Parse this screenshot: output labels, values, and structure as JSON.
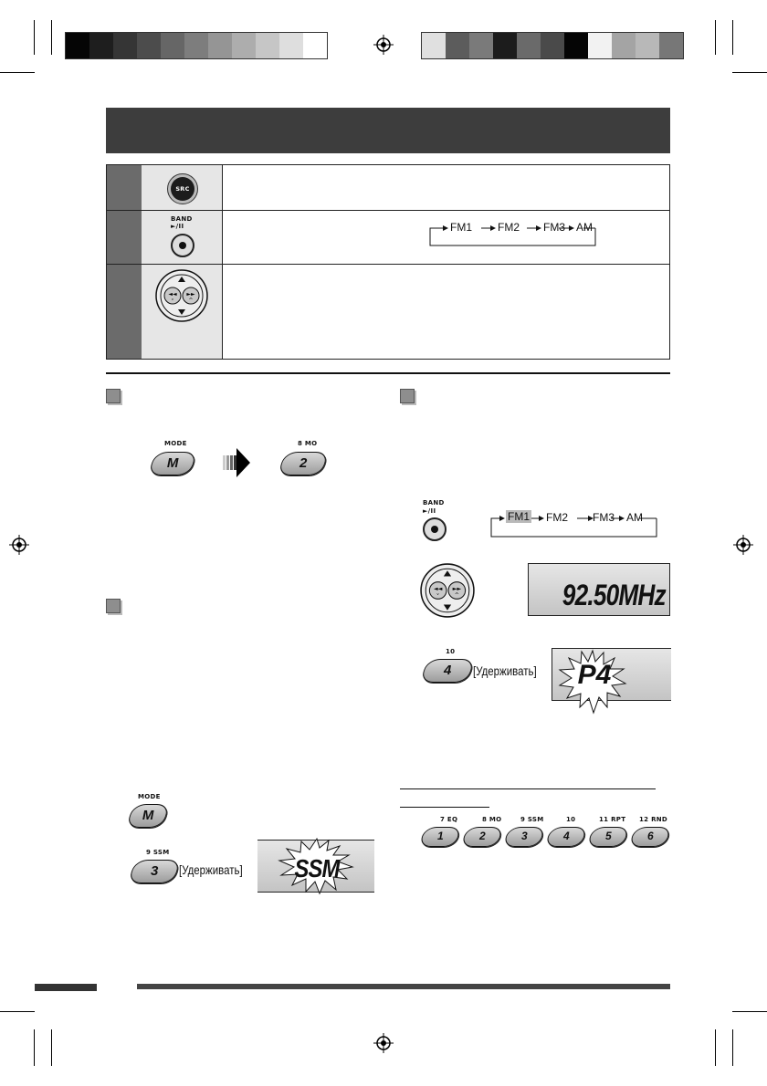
{
  "band_cycle": [
    "FM1",
    "FM2",
    "FM3",
    "AM"
  ],
  "labels": {
    "src": "SRC",
    "band": "BAND",
    "play_pause": "►/II",
    "mode": "MODE",
    "mo_key": "8  MO",
    "ssm_key": "9  SSM",
    "key10": "10",
    "hold": "[Удерживать]"
  },
  "keys": {
    "m": "M",
    "two": "2",
    "three": "3",
    "four": "4"
  },
  "display": {
    "freq": "92.50MHz",
    "preset": "P4",
    "ssm": "SSM"
  },
  "preset_buttons": [
    {
      "label": "7  EQ",
      "num": "1"
    },
    {
      "label": "8  MO",
      "num": "2"
    },
    {
      "label": "9  SSM",
      "num": "3"
    },
    {
      "label": "10",
      "num": "4"
    },
    {
      "label": "11  RPT",
      "num": "5"
    },
    {
      "label": "12  RND",
      "num": "6"
    }
  ],
  "colors": {
    "header_band": "#3d3d3d",
    "row_number_cell": "#6b6b6b",
    "icon_cell": "#e6e6e6",
    "highlight": "#b9b9b9"
  }
}
